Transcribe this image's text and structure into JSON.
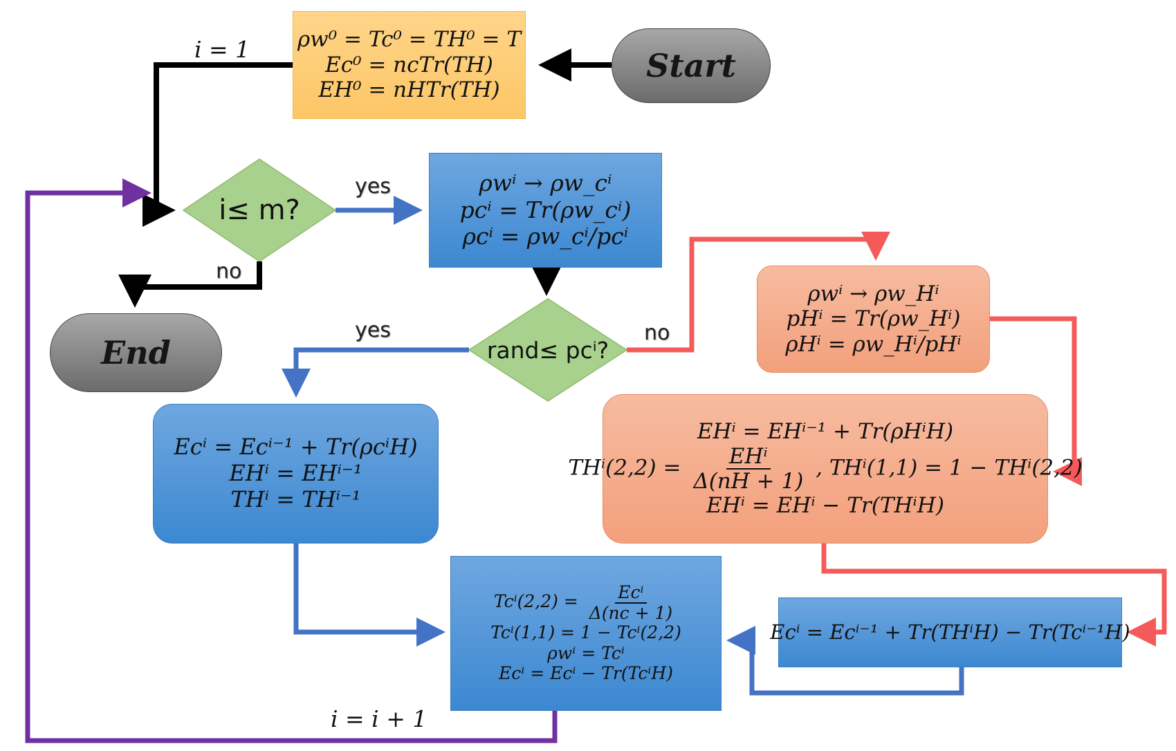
{
  "nodes": {
    "start": {
      "label": "Start"
    },
    "end": {
      "label": "End"
    },
    "init": {
      "lines": [
        "ρw⁰ = Tc⁰ = TH⁰ = T",
        "Ec⁰ = ncTr(TH)",
        "EH⁰ = nHTr(TH)"
      ]
    },
    "loop_check": {
      "label": "i≤ m?"
    },
    "rand_check": {
      "label": "rand≤ pcⁱ?"
    },
    "measure_c": {
      "lines": [
        "ρwⁱ → ρw_cⁱ",
        "pcⁱ = Tr(ρw_cⁱ)",
        "ρcⁱ = ρw_cⁱ/pcⁱ"
      ]
    },
    "measure_h": {
      "lines": [
        "ρwⁱ → ρw_Hⁱ",
        "pHⁱ = Tr(ρw_Hⁱ)",
        "ρHⁱ = ρw_Hⁱ/pHⁱ"
      ]
    },
    "update_c": {
      "lines": [
        "Ecⁱ = Ecⁱ⁻¹ + Tr(ρcⁱH)",
        "EHⁱ = EHⁱ⁻¹",
        "THⁱ = THⁱ⁻¹"
      ]
    },
    "update_h": {
      "line1": "EHⁱ = EHⁱ⁻¹ + Tr(ρHⁱH)",
      "line2_lhs": "THⁱ(2,2) =",
      "line2_num": "EHⁱ",
      "line2_den": "Δ(nH + 1)",
      "line2_rhs": ", THⁱ(1,1) = 1 − THⁱ(2,2)",
      "line3": "EHⁱ = EHⁱ − Tr(THⁱH)"
    },
    "energy_c": {
      "label": "Ecⁱ = Ecⁱ⁻¹ + Tr(THⁱH) − Tr(Tcⁱ⁻¹H)"
    },
    "temp_c": {
      "line1_lhs": "Tcⁱ(2,2) =",
      "line1_num": "Ecⁱ",
      "line1_den": "Δ(nc + 1)",
      "line2": "Tcⁱ(1,1) = 1 − Tcⁱ(2,2)",
      "line3": "ρwⁱ = Tcⁱ",
      "line4": "Ecⁱ = Ecⁱ − Tr(TcⁱH)"
    }
  },
  "edges": {
    "init_to_loop": "i = 1",
    "loop_yes": "yes",
    "loop_no": "no",
    "rand_yes": "yes",
    "rand_no": "no",
    "increment": "i = i + 1"
  },
  "colors": {
    "black_path": "#000000",
    "blue_path": "#4472c4",
    "red_path": "#f55a5a",
    "purple_path": "#7030a0",
    "init_fill": "#fdc667",
    "blue_fill": "#3c88d1",
    "salmon_fill": "#f3a07c",
    "diamond_fill": "#a9d18e",
    "terminal_fill": "#8c8c8c"
  }
}
